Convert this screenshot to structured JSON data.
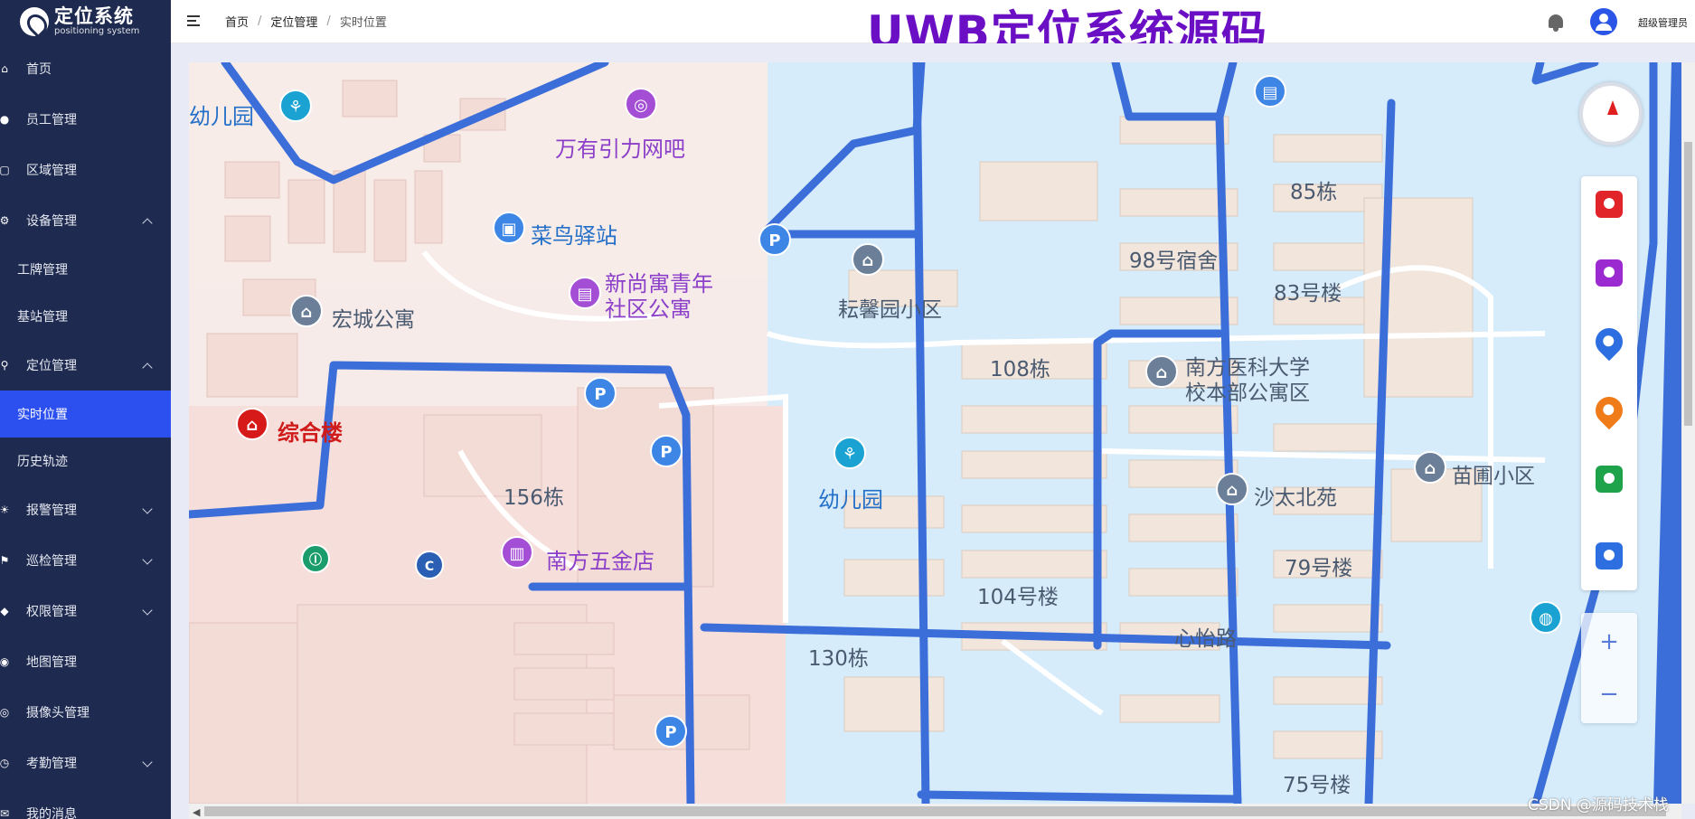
{
  "app": {
    "logo_title": "定位系统",
    "logo_subtitle": "positioning system",
    "banner": "UWB定位系统源码"
  },
  "sidebar": {
    "items": [
      {
        "label": "首页",
        "icon": "home-icon",
        "type": "top",
        "expanded": null
      },
      {
        "label": "员工管理",
        "icon": "user-group-icon",
        "type": "top",
        "expanded": null
      },
      {
        "label": "区域管理",
        "icon": "area-icon",
        "type": "top",
        "expanded": null
      },
      {
        "label": "设备管理",
        "icon": "device-icon",
        "type": "top",
        "expanded": true
      },
      {
        "label": "工牌管理",
        "icon": "",
        "type": "sub",
        "expanded": null
      },
      {
        "label": "基站管理",
        "icon": "",
        "type": "sub",
        "expanded": null
      },
      {
        "label": "定位管理",
        "icon": "location-icon",
        "type": "top",
        "expanded": true
      },
      {
        "label": "实时位置",
        "icon": "",
        "type": "sub",
        "expanded": null,
        "active": true
      },
      {
        "label": "历史轨迹",
        "icon": "",
        "type": "sub",
        "expanded": null
      },
      {
        "label": "报警管理",
        "icon": "alarm-icon",
        "type": "top",
        "expanded": false
      },
      {
        "label": "巡检管理",
        "icon": "inspection-icon",
        "type": "top",
        "expanded": false
      },
      {
        "label": "权限管理",
        "icon": "shield-icon",
        "type": "top",
        "expanded": false
      },
      {
        "label": "地图管理",
        "icon": "map-icon",
        "type": "top",
        "expanded": null
      },
      {
        "label": "摄像头管理",
        "icon": "camera-icon",
        "type": "top",
        "expanded": null
      },
      {
        "label": "考勤管理",
        "icon": "clock-icon",
        "type": "top",
        "expanded": false
      },
      {
        "label": "我的消息",
        "icon": "message-icon",
        "type": "top",
        "expanded": null
      }
    ]
  },
  "header": {
    "breadcrumb": [
      "首页",
      "定位管理",
      "实时位置"
    ],
    "user": "超级管理员"
  },
  "map": {
    "labels": [
      {
        "text": "幼儿园",
        "style": "blue"
      },
      {
        "text": "万有引力网吧",
        "style": "purple"
      },
      {
        "text": "菜鸟驿站",
        "style": "blue"
      },
      {
        "text": "新尚寓青年",
        "style": "purple"
      },
      {
        "text": "社区公寓",
        "style": "purple"
      },
      {
        "text": "宏城公寓",
        "style": "grey"
      },
      {
        "text": "综合楼",
        "style": "red"
      },
      {
        "text": "156栋",
        "style": "grey"
      },
      {
        "text": "南方五金店",
        "style": "purple"
      },
      {
        "text": "耘馨园小区",
        "style": "grey"
      },
      {
        "text": "108栋",
        "style": "grey"
      },
      {
        "text": "幼儿园",
        "style": "blue"
      },
      {
        "text": "104号楼",
        "style": "grey"
      },
      {
        "text": "130栋",
        "style": "grey"
      },
      {
        "text": "85栋",
        "style": "grey"
      },
      {
        "text": "98号宿舍",
        "style": "grey"
      },
      {
        "text": "83号楼",
        "style": "grey"
      },
      {
        "text": "南方医科大学",
        "style": "grey"
      },
      {
        "text": "校本部公寓区",
        "style": "grey"
      },
      {
        "text": "沙太北苑",
        "style": "grey"
      },
      {
        "text": "苗圃小区",
        "style": "grey"
      },
      {
        "text": "79号楼",
        "style": "grey"
      },
      {
        "text": "心怡路",
        "style": "grey"
      },
      {
        "text": "75号楼",
        "style": "grey"
      }
    ],
    "zoom_in": "+",
    "zoom_out": "−",
    "tools": [
      {
        "icon": "staff-card-icon",
        "color": "#e0242a"
      },
      {
        "icon": "alarm-light-icon",
        "color": "#9b2bd0"
      },
      {
        "icon": "base-station-icon",
        "color": "#2d6fe0"
      },
      {
        "icon": "location-pin-icon",
        "color": "#f07b19"
      },
      {
        "icon": "home-fence-icon",
        "color": "#1fa34a"
      },
      {
        "icon": "map-area-icon",
        "color": "#2d6fe0"
      }
    ],
    "watermark": "CSDN @源码技术栈"
  },
  "colors": {
    "sidebar_bg": "#1e2a4f",
    "active_item": "#2c4ff0",
    "road_blue": "#3b6ed8",
    "banner_purple": "#6a0fc4"
  }
}
